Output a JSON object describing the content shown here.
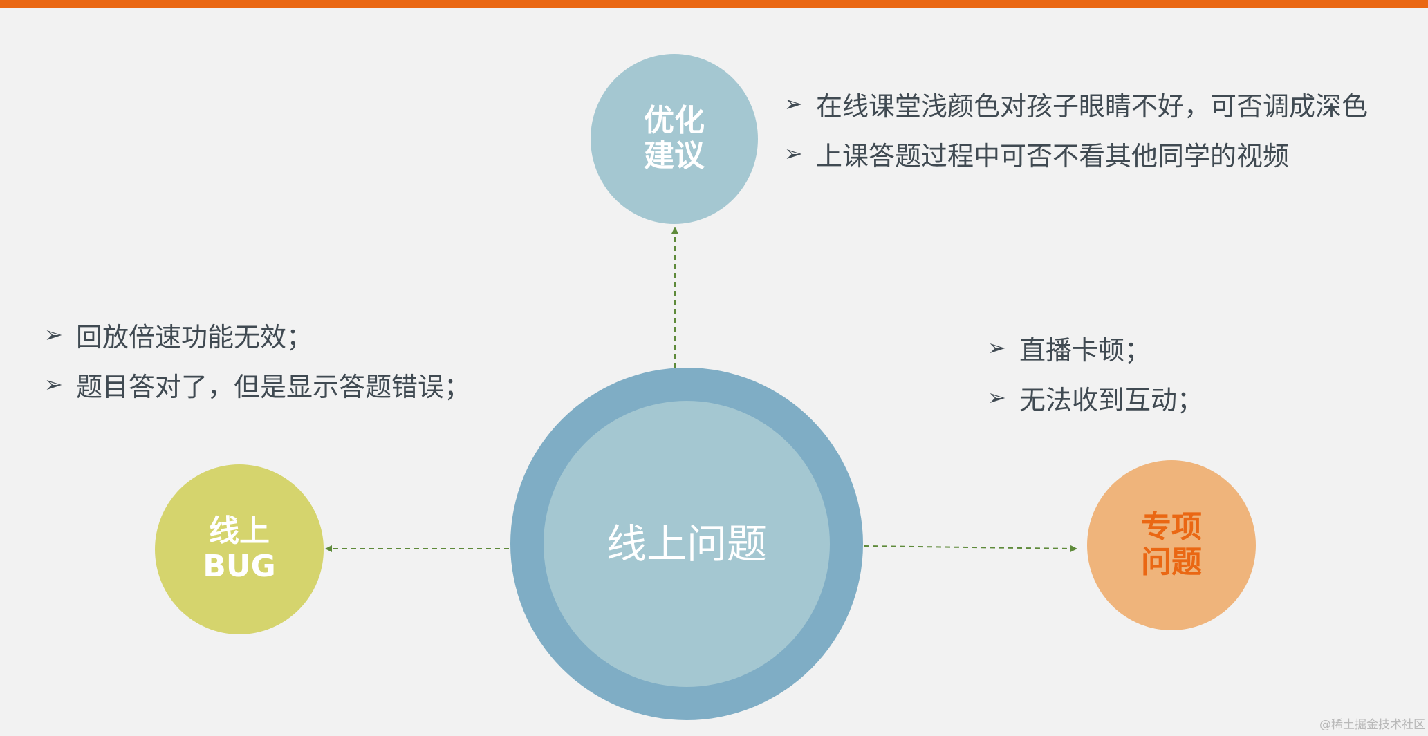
{
  "nodes": {
    "center": {
      "label": "线上问题"
    },
    "top": {
      "label": "优化\n建议"
    },
    "left": {
      "label": "线上\nBUG"
    },
    "right": {
      "label": "专项\n问题"
    }
  },
  "lists": {
    "top": [
      "在线课堂浅颜色对孩子眼睛不好，可否调成深色",
      "上课答题过程中可否不看其他同学的视频"
    ],
    "left": [
      "回放倍速功能无效；",
      "题目答对了，但是显示答题错误；"
    ],
    "right": [
      "直播卡顿；",
      "无法收到互动；"
    ]
  },
  "watermark": "@稀土掘金技术社区",
  "colors": {
    "accent_bar": "#ea6713",
    "center_outer": "#7fadc5",
    "center_inner": "#a4c7d1",
    "top_node": "#a4c7d1",
    "left_node": "#d5d46d",
    "right_node": "#efb47b",
    "connector": "#5e8a3a"
  }
}
